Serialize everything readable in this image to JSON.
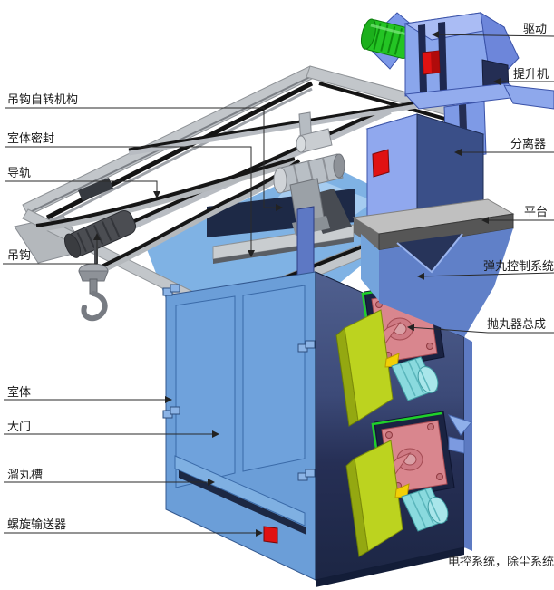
{
  "diagram": {
    "type": "isometric technical diagram of hanger-type shot blasting machine",
    "labels": {
      "hook_rotation": "吊钩自转机构",
      "chamber_seal": "室体密封",
      "guide_rail": "导轨",
      "hook": "吊钩",
      "chamber": "室体",
      "door": "大门",
      "shot_chute": "溜丸槽",
      "screw_conveyor": "螺旋输送器",
      "drive": "驱动",
      "elevator": "提升机",
      "separator": "分离器",
      "platform": "平台",
      "shot_control": "弹丸控制系统",
      "blast_wheel": "抛丸器总成",
      "footer_note": "电控系统，除尘系统"
    },
    "colors": {
      "chamber_front_blue": "#6b9ed8",
      "chamber_side_dark": "#243050",
      "roof_blue": "#7fb2e4",
      "frame_gray": "#c2c6ca",
      "rail_black": "#161616",
      "blast_housing_pink": "#d9868e",
      "guard_chartreuse": "#bcd31f",
      "blast_motor_cyan": "#8adade",
      "drive_motor_green": "#24c424",
      "access_panel_red": "#e01212",
      "elevator_blue": "#8aa6ec",
      "separator_face_blue": "#3a4f88",
      "platform_gray": "#565656",
      "label_text": "#1a1a1a"
    }
  }
}
